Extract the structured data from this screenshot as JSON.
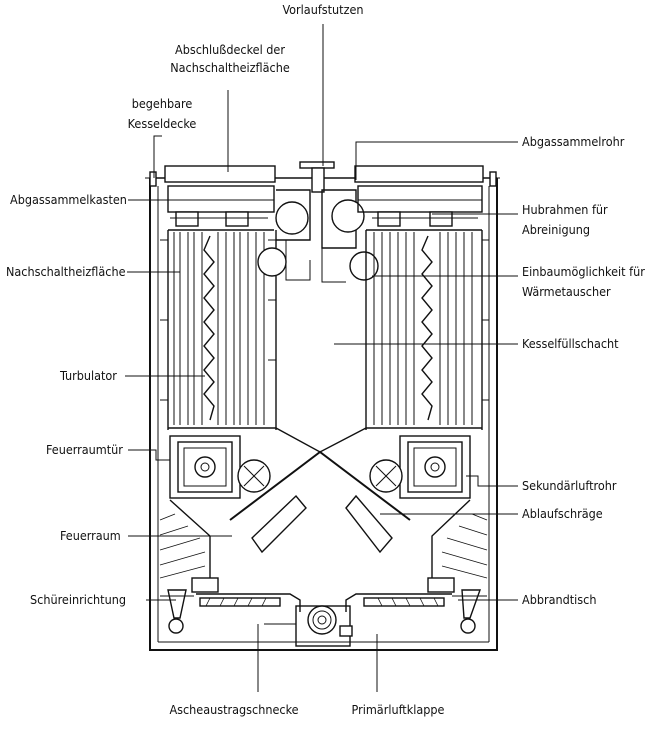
{
  "labels": {
    "vorlaufstutzen": "Vorlaufstutzen",
    "abschlussdeckel_1": "Abschlußdeckel der",
    "abschlussdeckel_2": "Nachschaltheizfläche",
    "begehbare_1": "begehbare",
    "begehbare_2": "Kesseldecke",
    "abgassammelkasten": "Abgassammelkasten",
    "nachschaltheizflaeche": "Nachschaltheizfläche",
    "turbulator": "Turbulator",
    "feuerraumtuer": "Feuerraumtür",
    "feuerraum": "Feuerraum",
    "schuereinrichtung": "Schüreinrichtung",
    "ascheaustragschnecke": "Ascheaustragschnecke",
    "primaerluftklappe": "Primärluftklappe",
    "abgassammelrohr": "Abgassammelrohr",
    "hubrahmen_1": "Hubrahmen für",
    "hubrahmen_2": "Abreinigung",
    "einbau_1": "Einbaumöglichkeit für",
    "einbau_2": "Wärmetauscher",
    "kesselfuellschacht": "Kesselfüllschacht",
    "sekundaerluftrohr": "Sekundärluftrohr",
    "ablaufschraege": "Ablaufschräge",
    "abbrandtisch": "Abbrandtisch"
  },
  "colors": {
    "line": "#111111",
    "background": "#ffffff"
  }
}
